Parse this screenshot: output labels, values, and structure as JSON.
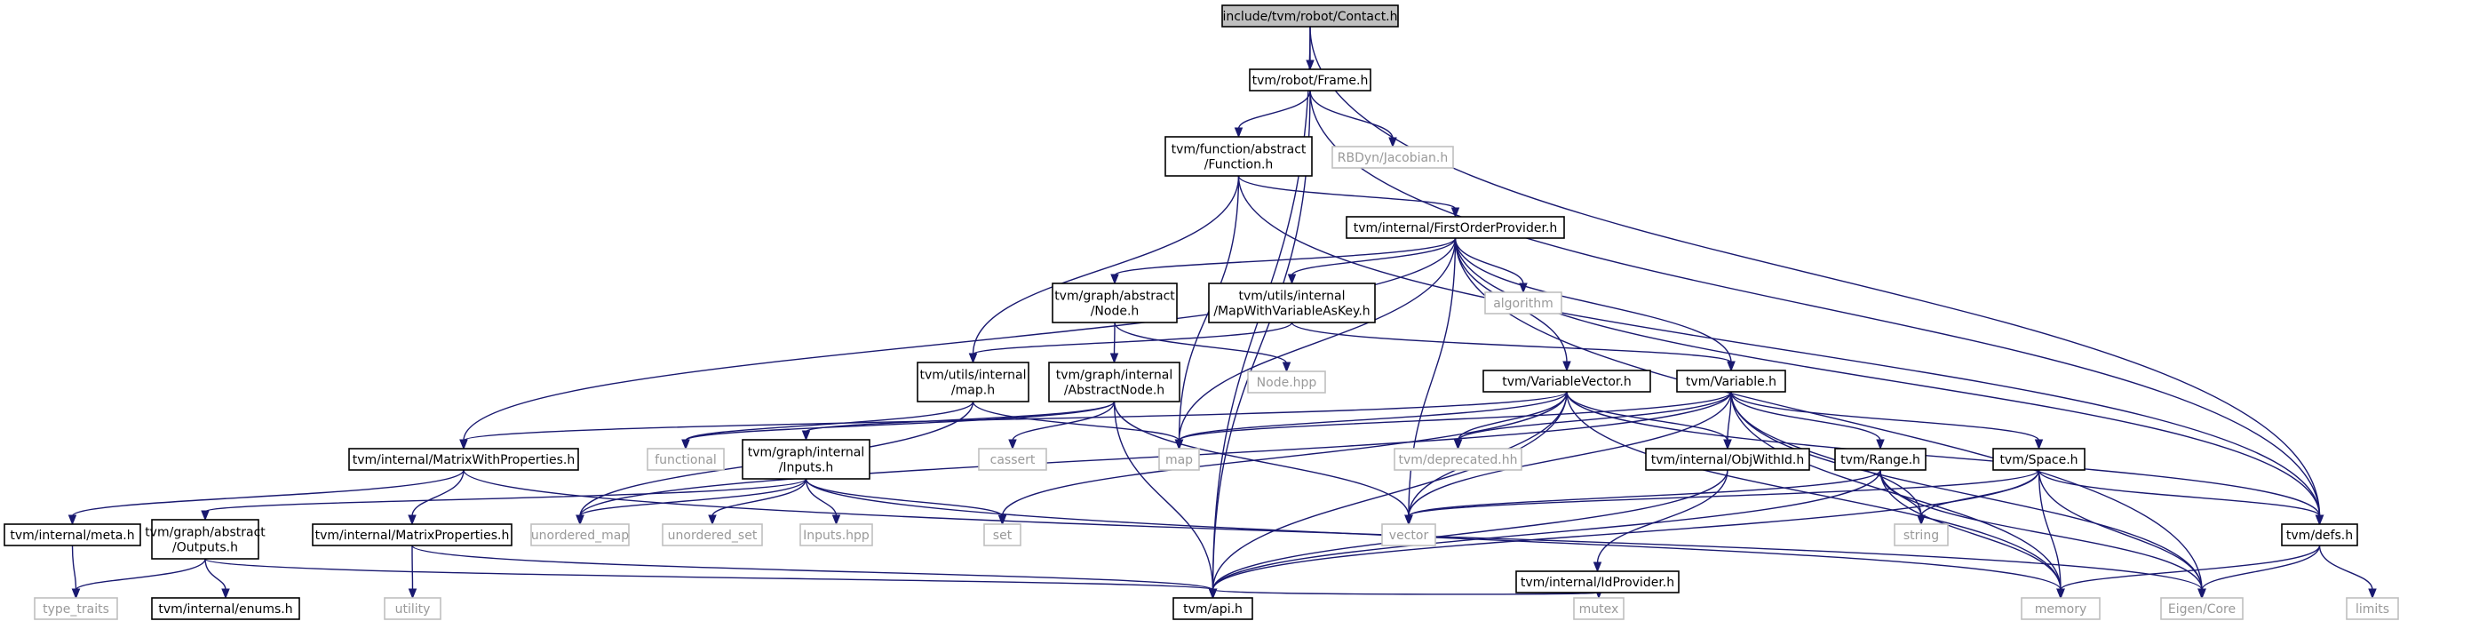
{
  "graph": {
    "root": "n0",
    "colors": {
      "edge": "#191970",
      "root_fill": "#bfbfbf",
      "node_border": "#000000",
      "external_border": "#bfbfbf",
      "external_text": "#999999"
    },
    "nodes": [
      {
        "id": "n0",
        "lines": [
          "include/tvm/robot/Contact.h"
        ],
        "kind": "root"
      },
      {
        "id": "n1",
        "lines": [
          "tvm/robot/Frame.h"
        ],
        "kind": "file"
      },
      {
        "id": "n2",
        "lines": [
          "tvm/function/abstract",
          "/Function.h"
        ],
        "kind": "file"
      },
      {
        "id": "n3",
        "lines": [
          "RBDyn/Jacobian.h"
        ],
        "kind": "external"
      },
      {
        "id": "n4",
        "lines": [
          "tvm/internal/FirstOrderProvider.h"
        ],
        "kind": "file"
      },
      {
        "id": "n5",
        "lines": [
          "tvm/graph/abstract",
          "/Node.h"
        ],
        "kind": "file"
      },
      {
        "id": "n6",
        "lines": [
          "tvm/utils/internal",
          "/MapWithVariableAsKey.h"
        ],
        "kind": "file"
      },
      {
        "id": "n7",
        "lines": [
          "algorithm"
        ],
        "kind": "external"
      },
      {
        "id": "n8",
        "lines": [
          "Node.hpp"
        ],
        "kind": "external"
      },
      {
        "id": "n9",
        "lines": [
          "tvm/utils/internal",
          "/map.h"
        ],
        "kind": "file"
      },
      {
        "id": "n10",
        "lines": [
          "tvm/graph/internal",
          "/AbstractNode.h"
        ],
        "kind": "file"
      },
      {
        "id": "n11",
        "lines": [
          "tvm/VariableVector.h"
        ],
        "kind": "file"
      },
      {
        "id": "n12",
        "lines": [
          "tvm/Variable.h"
        ],
        "kind": "file"
      },
      {
        "id": "n13",
        "lines": [
          "tvm/internal/MatrixWithProperties.h"
        ],
        "kind": "file"
      },
      {
        "id": "n14",
        "lines": [
          "functional"
        ],
        "kind": "external"
      },
      {
        "id": "n15",
        "lines": [
          "tvm/graph/internal",
          "/Inputs.h"
        ],
        "kind": "file"
      },
      {
        "id": "n16",
        "lines": [
          "cassert"
        ],
        "kind": "external"
      },
      {
        "id": "n17",
        "lines": [
          "map"
        ],
        "kind": "external"
      },
      {
        "id": "n18",
        "lines": [
          "tvm/deprecated.hh"
        ],
        "kind": "external"
      },
      {
        "id": "n19",
        "lines": [
          "tvm/internal/ObjWithId.h"
        ],
        "kind": "file"
      },
      {
        "id": "n20",
        "lines": [
          "tvm/Range.h"
        ],
        "kind": "file"
      },
      {
        "id": "n21",
        "lines": [
          "tvm/Space.h"
        ],
        "kind": "file"
      },
      {
        "id": "n22",
        "lines": [
          "tvm/internal/meta.h"
        ],
        "kind": "file"
      },
      {
        "id": "n23",
        "lines": [
          "tvm/graph/abstract",
          "/Outputs.h"
        ],
        "kind": "file"
      },
      {
        "id": "n24",
        "lines": [
          "tvm/internal/MatrixProperties.h"
        ],
        "kind": "file"
      },
      {
        "id": "n25",
        "lines": [
          "unordered_map"
        ],
        "kind": "external"
      },
      {
        "id": "n26",
        "lines": [
          "unordered_set"
        ],
        "kind": "external"
      },
      {
        "id": "n27",
        "lines": [
          "Inputs.hpp"
        ],
        "kind": "external"
      },
      {
        "id": "n28",
        "lines": [
          "set"
        ],
        "kind": "external"
      },
      {
        "id": "n29",
        "lines": [
          "vector"
        ],
        "kind": "external"
      },
      {
        "id": "n30",
        "lines": [
          "tvm/internal/IdProvider.h"
        ],
        "kind": "file"
      },
      {
        "id": "n31",
        "lines": [
          "string"
        ],
        "kind": "external"
      },
      {
        "id": "n32",
        "lines": [
          "tvm/defs.h"
        ],
        "kind": "file"
      },
      {
        "id": "n33",
        "lines": [
          "type_traits"
        ],
        "kind": "external"
      },
      {
        "id": "n34",
        "lines": [
          "tvm/internal/enums.h"
        ],
        "kind": "file"
      },
      {
        "id": "n35",
        "lines": [
          "utility"
        ],
        "kind": "external"
      },
      {
        "id": "n36",
        "lines": [
          "tvm/api.h"
        ],
        "kind": "file"
      },
      {
        "id": "n37",
        "lines": [
          "mutex"
        ],
        "kind": "external"
      },
      {
        "id": "n38",
        "lines": [
          "memory"
        ],
        "kind": "external"
      },
      {
        "id": "n39",
        "lines": [
          "Eigen/Core"
        ],
        "kind": "external"
      },
      {
        "id": "n40",
        "lines": [
          "limits"
        ],
        "kind": "external"
      }
    ],
    "edges": [
      [
        "n0",
        "n1"
      ],
      [
        "n0",
        "n36"
      ],
      [
        "n0",
        "n32"
      ],
      [
        "n1",
        "n2"
      ],
      [
        "n1",
        "n3"
      ],
      [
        "n1",
        "n36"
      ],
      [
        "n1",
        "n32"
      ],
      [
        "n2",
        "n4"
      ],
      [
        "n2",
        "n9"
      ],
      [
        "n2",
        "n17"
      ],
      [
        "n2",
        "n32"
      ],
      [
        "n4",
        "n5"
      ],
      [
        "n4",
        "n6"
      ],
      [
        "n4",
        "n7"
      ],
      [
        "n4",
        "n11"
      ],
      [
        "n4",
        "n12"
      ],
      [
        "n4",
        "n13"
      ],
      [
        "n4",
        "n17"
      ],
      [
        "n4",
        "n29"
      ],
      [
        "n4",
        "n32"
      ],
      [
        "n4",
        "n39"
      ],
      [
        "n5",
        "n8"
      ],
      [
        "n5",
        "n10"
      ],
      [
        "n6",
        "n9"
      ],
      [
        "n6",
        "n12"
      ],
      [
        "n9",
        "n14"
      ],
      [
        "n9",
        "n17"
      ],
      [
        "n9",
        "n25"
      ],
      [
        "n10",
        "n14"
      ],
      [
        "n10",
        "n15"
      ],
      [
        "n10",
        "n16"
      ],
      [
        "n10",
        "n29"
      ],
      [
        "n10",
        "n36"
      ],
      [
        "n11",
        "n13"
      ],
      [
        "n11",
        "n17"
      ],
      [
        "n11",
        "n18"
      ],
      [
        "n11",
        "n19"
      ],
      [
        "n11",
        "n28"
      ],
      [
        "n11",
        "n29"
      ],
      [
        "n11",
        "n36"
      ],
      [
        "n11",
        "n38"
      ],
      [
        "n11",
        "n32"
      ],
      [
        "n12",
        "n17"
      ],
      [
        "n12",
        "n18"
      ],
      [
        "n12",
        "n19"
      ],
      [
        "n12",
        "n20"
      ],
      [
        "n12",
        "n21"
      ],
      [
        "n12",
        "n25"
      ],
      [
        "n12",
        "n29"
      ],
      [
        "n12",
        "n31"
      ],
      [
        "n12",
        "n38"
      ],
      [
        "n12",
        "n39"
      ],
      [
        "n13",
        "n22"
      ],
      [
        "n13",
        "n24"
      ],
      [
        "n13",
        "n39"
      ],
      [
        "n15",
        "n23"
      ],
      [
        "n15",
        "n25"
      ],
      [
        "n15",
        "n26"
      ],
      [
        "n15",
        "n27"
      ],
      [
        "n15",
        "n28"
      ],
      [
        "n15",
        "n38"
      ],
      [
        "n19",
        "n30"
      ],
      [
        "n19",
        "n36"
      ],
      [
        "n20",
        "n29"
      ],
      [
        "n20",
        "n31"
      ],
      [
        "n20",
        "n36"
      ],
      [
        "n20",
        "n38"
      ],
      [
        "n20",
        "n39"
      ],
      [
        "n21",
        "n29"
      ],
      [
        "n21",
        "n31"
      ],
      [
        "n21",
        "n36"
      ],
      [
        "n21",
        "n38"
      ],
      [
        "n21",
        "n39"
      ],
      [
        "n21",
        "n32"
      ],
      [
        "n22",
        "n33"
      ],
      [
        "n23",
        "n33"
      ],
      [
        "n23",
        "n34"
      ],
      [
        "n23",
        "n36"
      ],
      [
        "n24",
        "n35"
      ],
      [
        "n24",
        "n36"
      ],
      [
        "n30",
        "n36"
      ],
      [
        "n30",
        "n37"
      ],
      [
        "n32",
        "n38"
      ],
      [
        "n32",
        "n39"
      ],
      [
        "n32",
        "n40"
      ]
    ]
  }
}
